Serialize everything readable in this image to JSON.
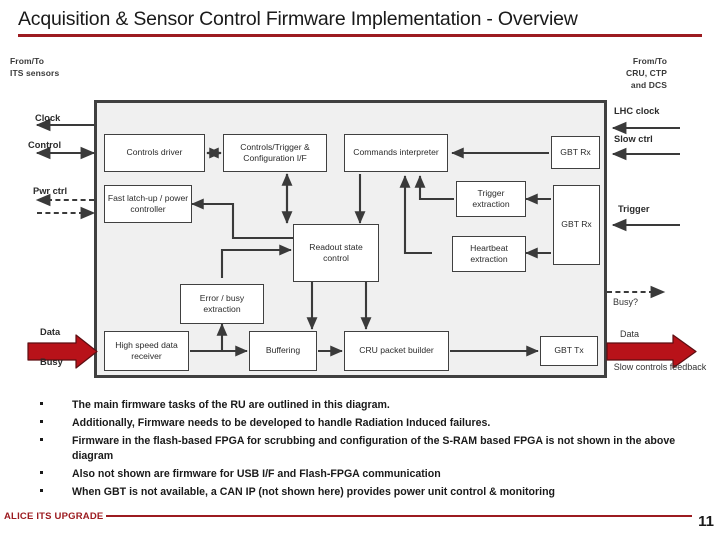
{
  "slide": {
    "title": "Acquisition & Sensor Control Firmware Implementation - Overview",
    "accent_color": "#9c1b20",
    "panel_fill": "#f0f0f0",
    "block_fill": "#ffffff",
    "stroke_color": "#404040",
    "page_number": "11",
    "footer_label": "ALICE ITS UPGRADE"
  },
  "captions": {
    "left": "From/To\nITS sensors",
    "left_line1": "From/To",
    "left_line2": "ITS sensors",
    "right_line1": "From/To",
    "right_line2": "CRU, CTP",
    "right_line3": "and DCS"
  },
  "diagram": {
    "type": "block-diagram",
    "blocks": [
      {
        "id": "controls-driver",
        "label": "Controls driver"
      },
      {
        "id": "controls-trigger-if",
        "label": "Controls/Trigger & Configuration I/F"
      },
      {
        "id": "commands-interpreter",
        "label": "Commands interpreter"
      },
      {
        "id": "gbt-rx-top",
        "label": "GBT Rx"
      },
      {
        "id": "fast-latchup",
        "label": "Fast latch-up / power controller"
      },
      {
        "id": "trigger-extraction",
        "label": "Trigger extraction"
      },
      {
        "id": "gbt-rx-bottom",
        "label": "GBT Rx"
      },
      {
        "id": "readout-state-control",
        "label": "Readout state control"
      },
      {
        "id": "heartbeat-extraction",
        "label": "Heartbeat extraction"
      },
      {
        "id": "error-busy-extraction",
        "label": "Error / busy extraction"
      },
      {
        "id": "high-speed-receiver",
        "label": "High speed data receiver"
      },
      {
        "id": "buffering",
        "label": "Buffering"
      },
      {
        "id": "cru-packet-builder",
        "label": "CRU packet builder"
      },
      {
        "id": "gbt-tx",
        "label": "GBT Tx"
      }
    ],
    "left_signals": [
      {
        "id": "clock",
        "label": "Clock",
        "direction": "out"
      },
      {
        "id": "control",
        "label": "Control",
        "direction": "bidirectional"
      },
      {
        "id": "pwr-ctrl",
        "label": "Pwr ctrl",
        "direction": "bidirectional-dashed"
      },
      {
        "id": "data-in",
        "label": "Data",
        "direction": "in"
      },
      {
        "id": "busy-in",
        "label": "Busy",
        "direction": "in"
      }
    ],
    "right_signals": [
      {
        "id": "lhc-clock",
        "label": "LHC clock",
        "direction": "in"
      },
      {
        "id": "slow-ctrl",
        "label": "Slow ctrl",
        "direction": "in"
      },
      {
        "id": "trigger",
        "label": "Trigger",
        "direction": "in"
      },
      {
        "id": "busy-q",
        "label": "Busy?",
        "direction": "out-dashed"
      },
      {
        "id": "data-out",
        "label": "Data",
        "direction": "out"
      },
      {
        "id": "slow-feedback",
        "label": "Slow controls feedback",
        "direction": "out"
      }
    ]
  },
  "bullets": [
    "The main firmware tasks of the RU are outlined in this diagram.",
    "Additionally, Firmware needs to be developed to handle Radiation Induced failures.",
    "Firmware in the flash-based FPGA for scrubbing and configuration of the S-RAM based FPGA is not shown in the above diagram",
    "Also not shown are firmware for USB I/F and Flash-FPGA communication",
    "When GBT is not available, a CAN IP (not shown here) provides power unit control & monitoring"
  ]
}
